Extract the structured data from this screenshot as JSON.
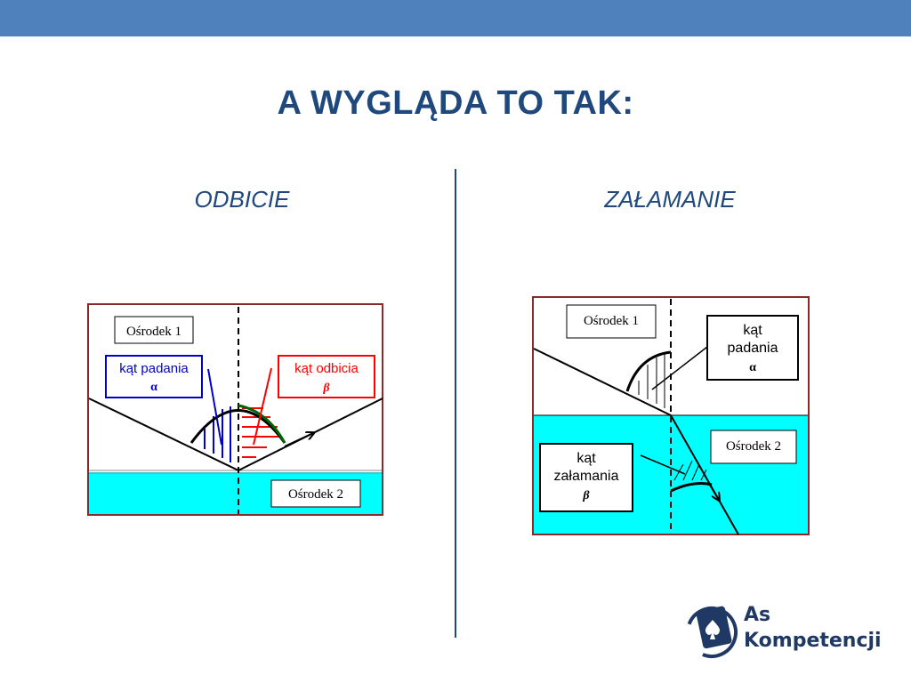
{
  "slide": {
    "title": "A WYGLĄDA TO TAK:",
    "left_heading": "ODBICIE",
    "right_heading": "ZAŁAMANIE"
  },
  "reflection": {
    "medium1": "Ośrodek 1",
    "medium2": "Ośrodek 2",
    "incidence_label": "kąt padania",
    "incidence_symbol": "α",
    "reflection_label": "kąt odbicia",
    "reflection_symbol": "β"
  },
  "refraction": {
    "medium1": "Ośrodek 1",
    "medium2": "Ośrodek 2",
    "incidence_label_line1": "kąt",
    "incidence_label_line2": "padania",
    "incidence_symbol": "α",
    "refraction_label_line1": "kąt",
    "refraction_label_line2": "załamania",
    "refraction_symbol": "β"
  },
  "logo": {
    "line1": "As",
    "line2": "Kompetencji"
  },
  "colors": {
    "top_bar": "#4f81bd",
    "title": "#1f497d",
    "water": "#00ffff",
    "frame": "#8b2a2a",
    "incidence_box": "#0000cc",
    "reflection_box": "#ff0000",
    "arc": "#006400"
  }
}
